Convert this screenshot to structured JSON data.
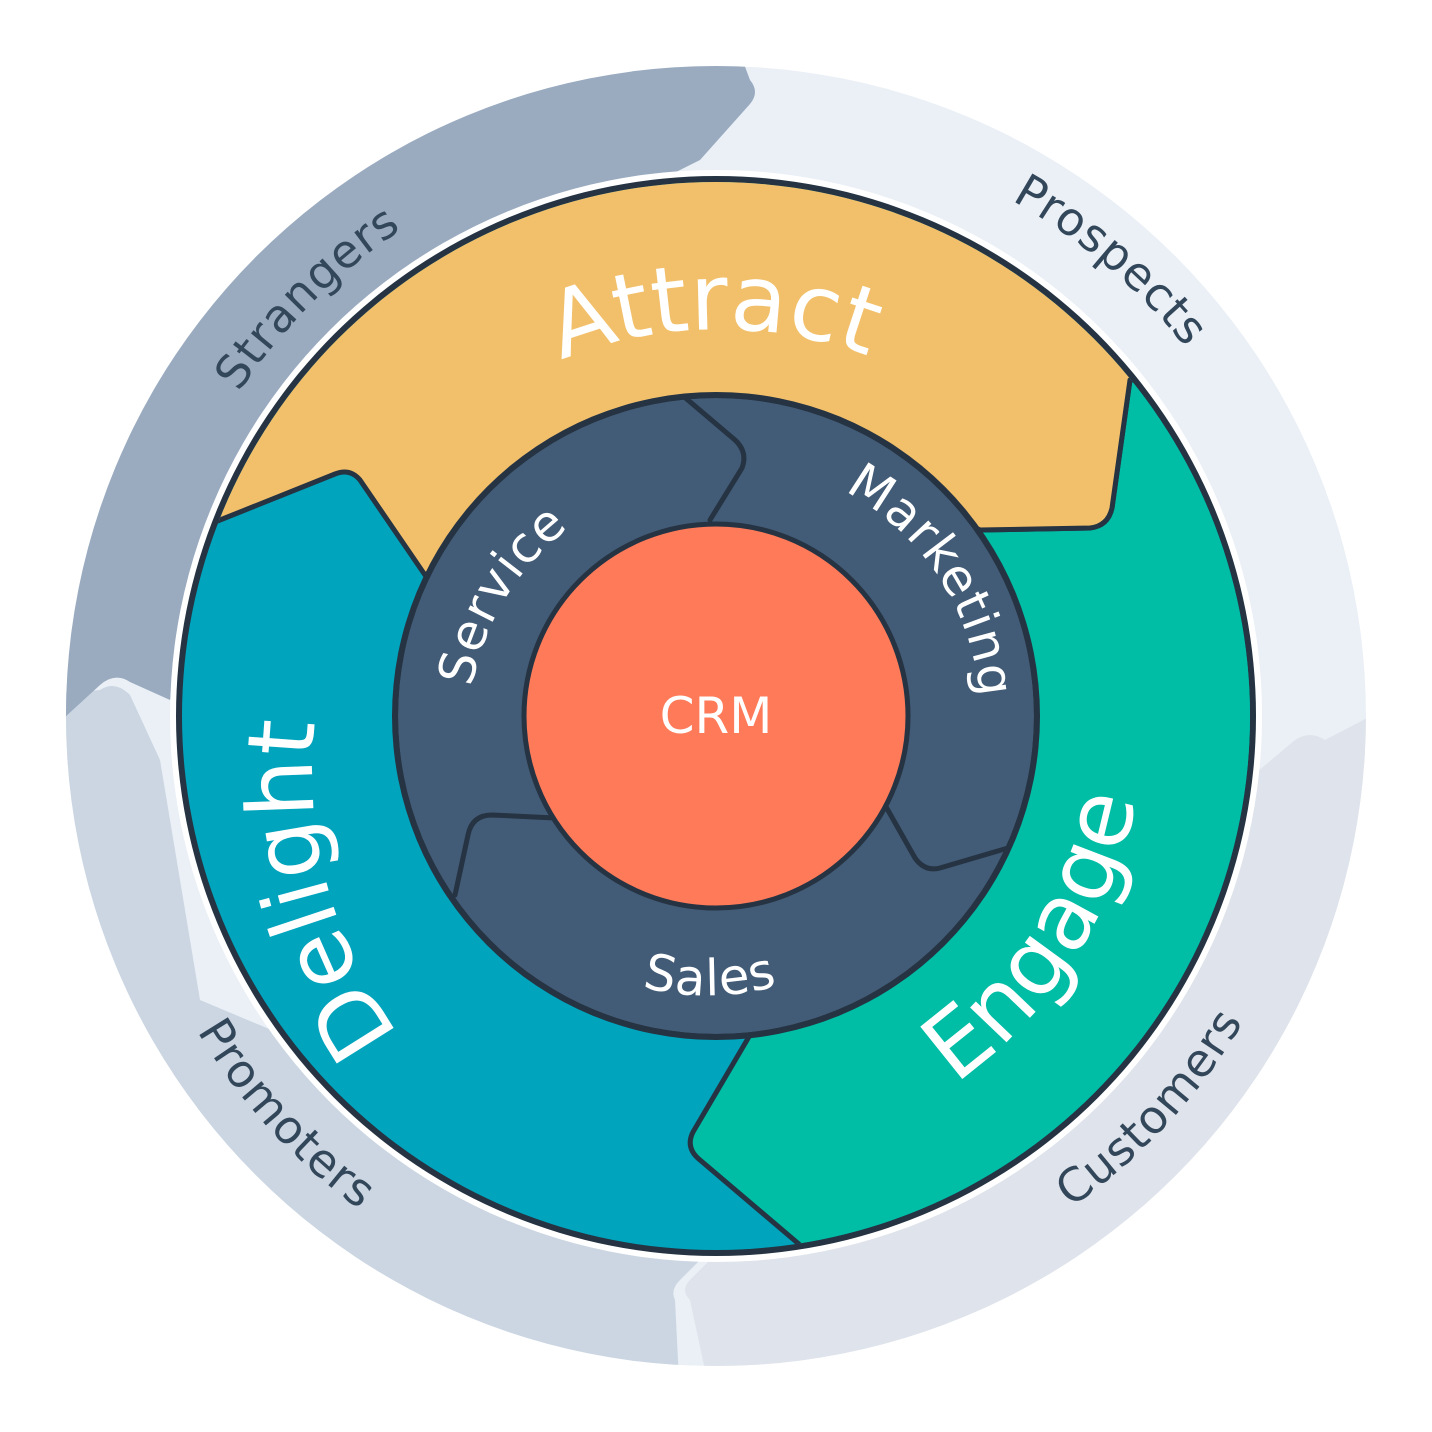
{
  "diagram": {
    "type": "flywheel",
    "center": {
      "label": "CRM",
      "color": "#ff7a59"
    },
    "teams": [
      {
        "label": "Marketing",
        "color": "#425b76"
      },
      {
        "label": "Sales",
        "color": "#425b76"
      },
      {
        "label": "Service",
        "color": "#425b76"
      }
    ],
    "stages": [
      {
        "label": "Attract",
        "color": "#f2c06b"
      },
      {
        "label": "Engage",
        "color": "#00bda5"
      },
      {
        "label": "Delight",
        "color": "#00a4bd"
      }
    ],
    "audiences": [
      {
        "label": "Strangers",
        "color": "#9aabc0"
      },
      {
        "label": "Prospects",
        "color": "#eaf0f6"
      },
      {
        "label": "Customers",
        "color": "#dfe3eb"
      },
      {
        "label": "Promoters",
        "color": "#cbd6e2"
      }
    ],
    "border_color": "#253342",
    "text_dark": "#33475b"
  }
}
